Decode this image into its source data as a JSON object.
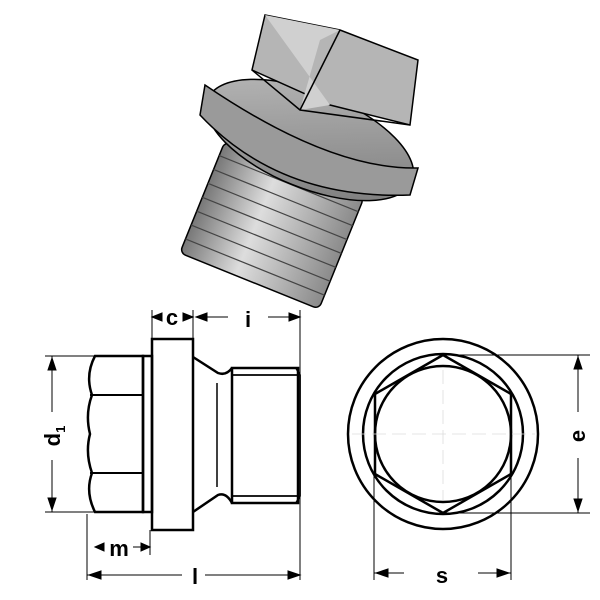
{
  "labels": {
    "c": "c",
    "i": "i",
    "d": "d",
    "d_sub": "1",
    "m": "m",
    "l": "l",
    "e": "e",
    "s": "s"
  },
  "colors": {
    "line": "#000000",
    "metal_light": "#d8d8d8",
    "metal_mid": "#a8a8a8",
    "metal_dark": "#6e6e6e"
  }
}
